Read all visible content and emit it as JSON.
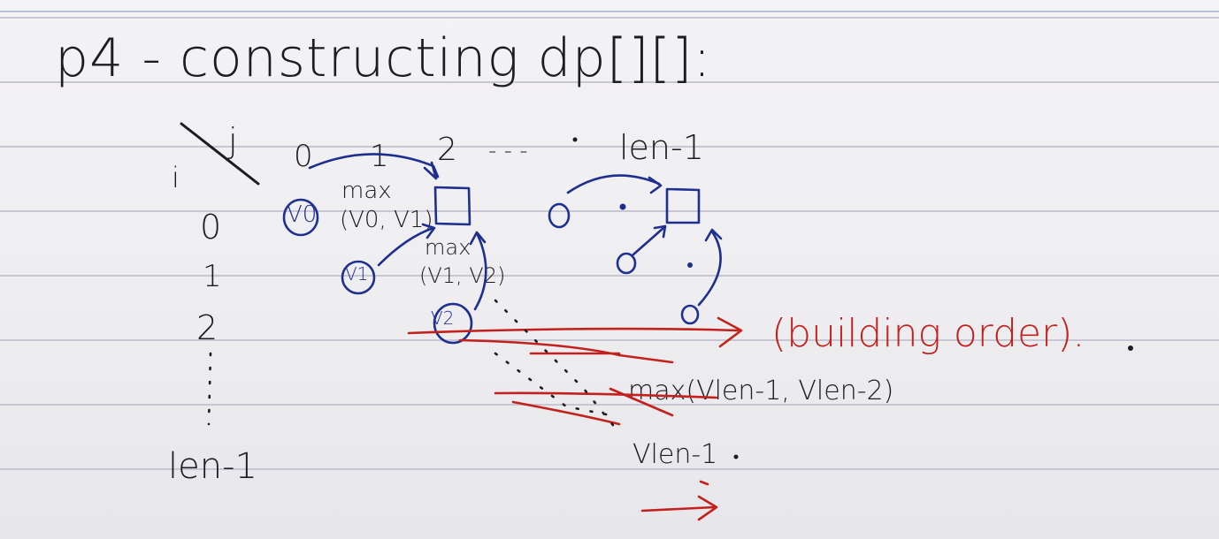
{
  "title": "p4 - constructing dp[][]:",
  "axis_corner": {
    "row_symbol": "i",
    "col_symbol": "j"
  },
  "col_headers": [
    "0",
    "1",
    "2",
    "- - -",
    "len-1"
  ],
  "row_headers": [
    "0",
    "1",
    "2",
    "len-1"
  ],
  "cells": {
    "v0": "V0",
    "v1": "V1",
    "v2": "V2",
    "max_top": "max",
    "max_top_args": "(V0, V1)",
    "max_mid": "max",
    "max_mid_args": "(V1, V2)"
  },
  "bottom_labels": {
    "max_last": "max(Vlen-1, Vlen-2)",
    "v_last": "Vlen-1"
  },
  "annotation": "(building order).",
  "colors": {
    "paper": "#efeef1",
    "ink_black": "#1d1c22",
    "ink_blue": "#1e2f8e",
    "ink_red": "#c3211d",
    "rule": "#c6c7d2"
  }
}
